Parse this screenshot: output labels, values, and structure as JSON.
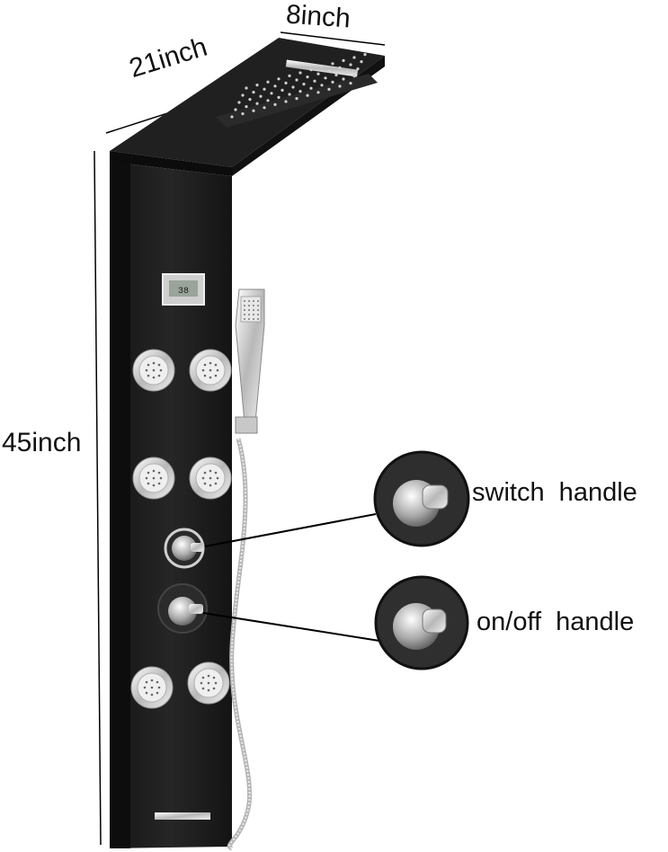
{
  "dimensions": {
    "width": "8inch",
    "depth": "21inch",
    "height": "45inch"
  },
  "callouts": {
    "switch_handle": "switch  handle",
    "onoff_handle": "on/off  handle"
  },
  "colors": {
    "panel": "#1c1c1c",
    "panel_edge": "#0e0e0e",
    "chrome": "#d8d8d8",
    "line": "#000000"
  }
}
